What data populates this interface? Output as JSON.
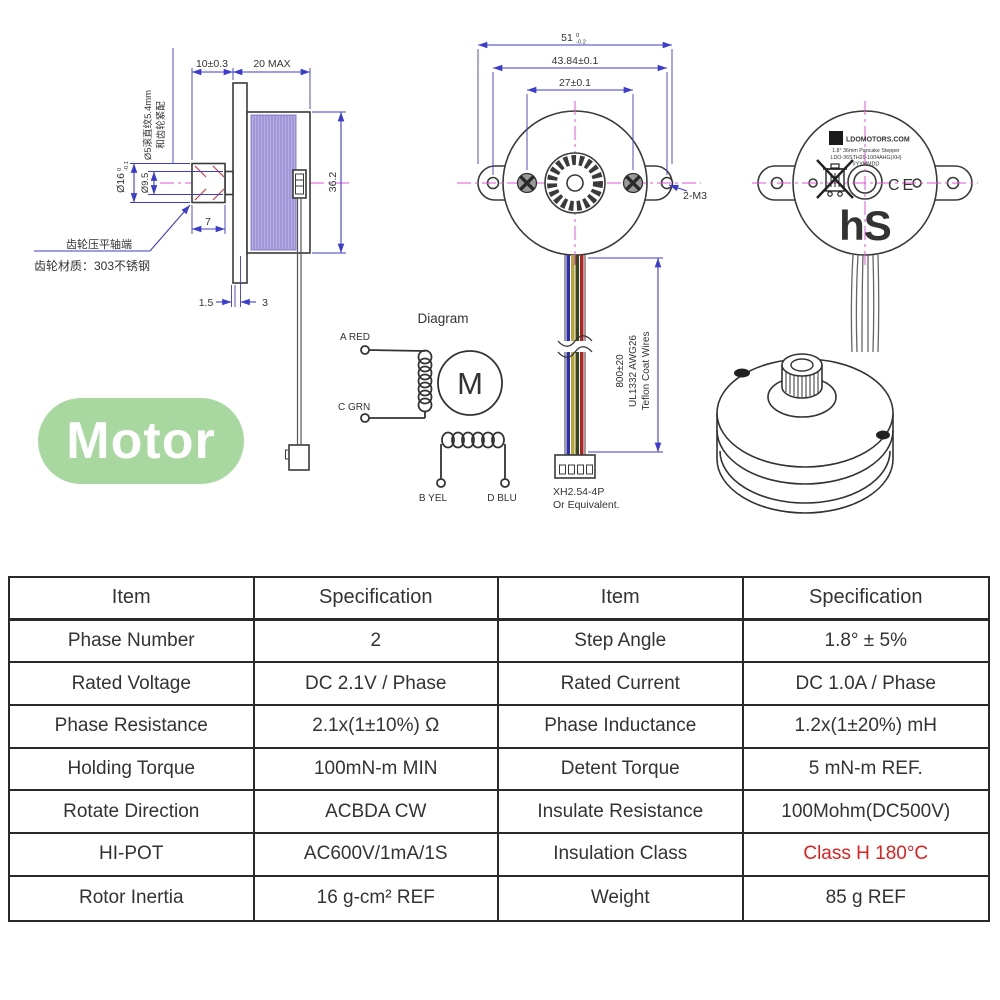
{
  "colors": {
    "dimension_line": "#3c3ccd",
    "centerline": "#e650d8",
    "drawing_stroke": "#3a3a3a",
    "winding_fill": "#b5addf",
    "badge_green": "#a8d7a0",
    "table_border": "#2a2a2a",
    "table_text": "#333333",
    "highlight_red": "#e01f1f",
    "wire_blue": "#2b2bb4",
    "wire_yellow": "#b9a72c",
    "wire_green": "#3a4420",
    "wire_red": "#b22222"
  },
  "badge": {
    "label": "Motor"
  },
  "side_view": {
    "dim_shaft_len": "10±0.3",
    "dim_body_len": "20 MAX",
    "dim_body_dia": "36.2",
    "dim_gear_dia": "Ø16",
    "dim_gear_dia_tol_upper": "0",
    "dim_gear_dia_tol_lower": "-0.1",
    "dim_neck_dia": "Ø9.5",
    "dim_gear_width": "7",
    "dim_flange_thk": "1.5",
    "dim_pilot": "3",
    "note_shaft_line1": "Ø5滚直纹5.4mm",
    "note_shaft_line2": "和齿轮紧配",
    "note_gear_end": "齿轮压平轴端",
    "note_gear_material": "齿轮材质：303不锈钢"
  },
  "front_view": {
    "dim_overall": "51",
    "dim_overall_tol_upper": "0",
    "dim_overall_tol_lower": "-0.2",
    "dim_mount_holes": "43.84±0.1",
    "dim_screws": "27±0.1",
    "label_screws": "2-M3",
    "wire_length": "800±20",
    "wire_spec": "UL1332 AWG26",
    "wire_coat": "Teflon Coat Wires",
    "connector": "XH2.54-4P",
    "connector_note": "Or Equivalent."
  },
  "rear_view": {
    "label_site": "LDOMOTORS.COM",
    "label_line2": "1.8° 36mm Pancake Stepper",
    "label_line3": "LDO-36STH20-1004AHG(XH)",
    "label_line4": "#YYMMDD",
    "ce_mark": "CE",
    "logo": "hS"
  },
  "wiring_diagram": {
    "title": "Diagram",
    "motor_symbol": "M",
    "terminal_a": "A RED",
    "terminal_c": "C GRN",
    "terminal_b": "B YEL",
    "terminal_d": "D BLU"
  },
  "table": {
    "header_item": "Item",
    "header_spec": "Specification",
    "left_rows": [
      {
        "item": "Phase Number",
        "spec": "2"
      },
      {
        "item": "Rated Voltage",
        "spec": "DC 2.1V / Phase"
      },
      {
        "item": "Phase Resistance",
        "spec": "2.1x(1±10%) Ω"
      },
      {
        "item": "Holding Torque",
        "spec": "100mN-m MIN"
      },
      {
        "item": "Rotate Direction",
        "spec": "ACBDA CW"
      },
      {
        "item": "HI-POT",
        "spec": "AC600V/1mA/1S"
      },
      {
        "item": "Rotor Inertia",
        "spec": "16 g-cm² REF"
      }
    ],
    "right_rows": [
      {
        "item": "Step Angle",
        "spec": "1.8° ± 5%"
      },
      {
        "item": "Rated Current",
        "spec": "DC 1.0A / Phase"
      },
      {
        "item": "Phase Inductance",
        "spec": "1.2x(1±20%) mH"
      },
      {
        "item": "Detent Torque",
        "spec": "5 mN-m REF."
      },
      {
        "item": "Insulate Resistance",
        "spec": "100Mohm(DC500V)"
      },
      {
        "item": "Insulation Class",
        "spec": "Class H 180°C",
        "highlight": true
      },
      {
        "item": "Weight",
        "spec": "85 g REF"
      }
    ]
  }
}
